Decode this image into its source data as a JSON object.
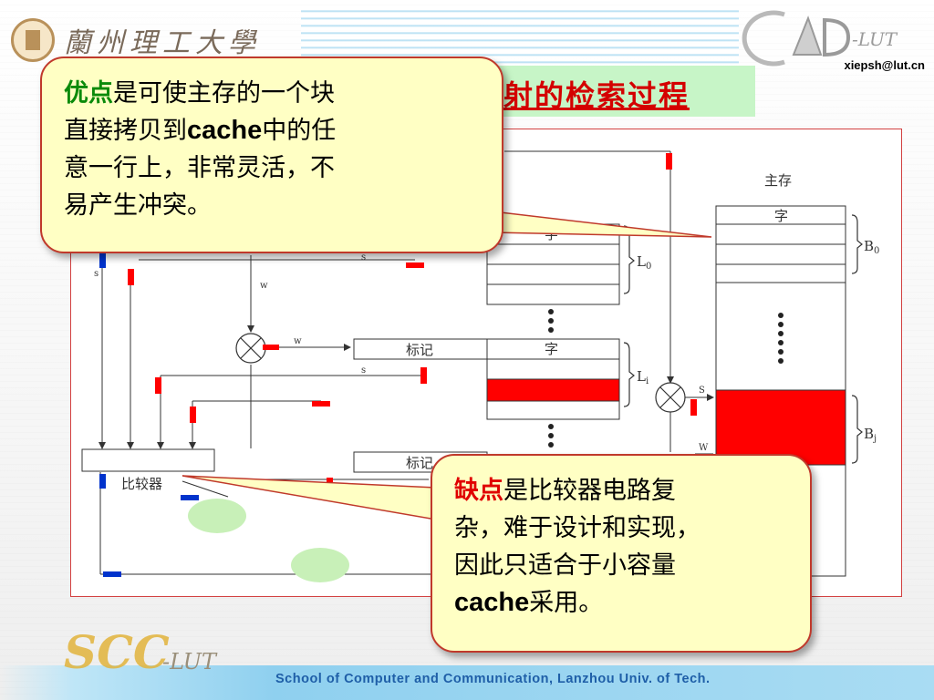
{
  "header": {
    "university_name": "蘭州理工大學",
    "cad_logo": "CAD-LUT",
    "email": "xiepsh@lut.cn"
  },
  "title": "射的检索过程",
  "diagram": {
    "main_memory_label": "主存",
    "word_label": "字",
    "tag_label": "标记",
    "comparator_label": "比较器",
    "line_label_l0": "L",
    "line_sub_l0": "0",
    "line_label_li": "L",
    "line_sub_li": "i",
    "block_label_b0": "B",
    "block_sub_b0": "0",
    "block_label_bj": "B",
    "block_sub_bj": "j",
    "signal_s": "s",
    "signal_w": "w",
    "signal_s_upper": "S",
    "signal_w_upper": "W",
    "dots": "•"
  },
  "callout_advantage": {
    "keyword": "优点",
    "line1_rest": "是可使主存的一个块",
    "line2_pre": "直接拷贝到",
    "line2_latin": "cache",
    "line2_post": "中的任",
    "line3": "意一行上，非常灵活，不",
    "line4": "易产生冲突。"
  },
  "callout_disadvantage": {
    "keyword": "缺点",
    "line1_rest": "是比较器电路复",
    "line2": "杂，难于设计和实现，",
    "line3": "因此只适合于小容量",
    "line4_latin": "cache",
    "line4_post": "采用。"
  },
  "footer": {
    "text": "School of Computer and Communication, Lanzhou Univ. of Tech.",
    "logo": "SCC",
    "logo_suffix": "-LUT"
  },
  "colors": {
    "title": "#d40000",
    "title_bg": "#c7f5c7",
    "callout_bg": "#ffffc4",
    "callout_border": "#c0392b",
    "highlight_red": "#ff0000",
    "signal_blue": "#0033cc",
    "ellipse_green": "#c8f0b8",
    "footer_text": "#1f5fa8"
  }
}
